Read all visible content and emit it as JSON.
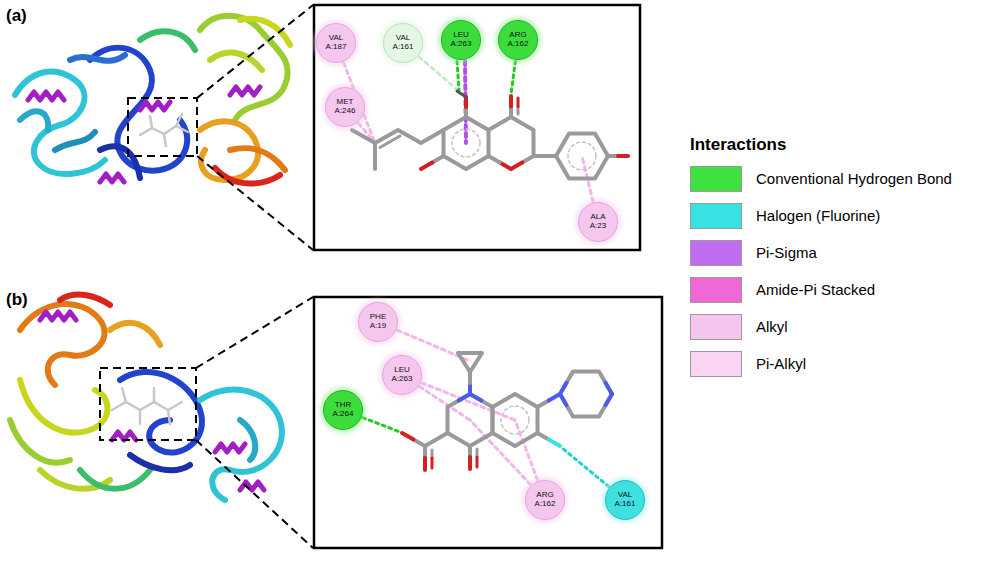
{
  "diagram": {
    "nodes": [
      {
        "text": [
          "VAL A:187"
        ]
      },
      {
        "text": [
          "VAL A:161"
        ]
      },
      {
        "text": [
          "LEU A:263"
        ]
      },
      {
        "text": [
          "ARG A:162"
        ]
      },
      {
        "text": [
          "MET A:246"
        ]
      },
      {
        "text": [
          "ALA A:23"
        ]
      },
      {
        "text": [
          "PHE A:19"
        ]
      },
      {
        "text": [
          "LEU A:263"
        ]
      },
      {
        "text": [
          "THR A:264"
        ]
      },
      {
        "text": [
          "ARG A:162"
        ]
      },
      {
        "text": [
          "VAL A:161"
        ]
      }
    ],
    "labels": [
      "(a)",
      "(b)",
      "Interactions"
    ],
    "legend": [
      {
        "text": "Conventional Hydrogen Bond",
        "color": "#3ee23e"
      },
      {
        "text": "Halogen (Fluorine)",
        "color": "#38e2e2"
      },
      {
        "text": "Pi-Sigma",
        "color": "#c06cf0"
      },
      {
        "text": "Amide-Pi Stacked",
        "color": "#f068d6"
      },
      {
        "text": "Alkyl",
        "color": "#f6c4ec"
      },
      {
        "text": "Pi-Alkyl",
        "color": "#fbd4f4"
      }
    ]
  }
}
